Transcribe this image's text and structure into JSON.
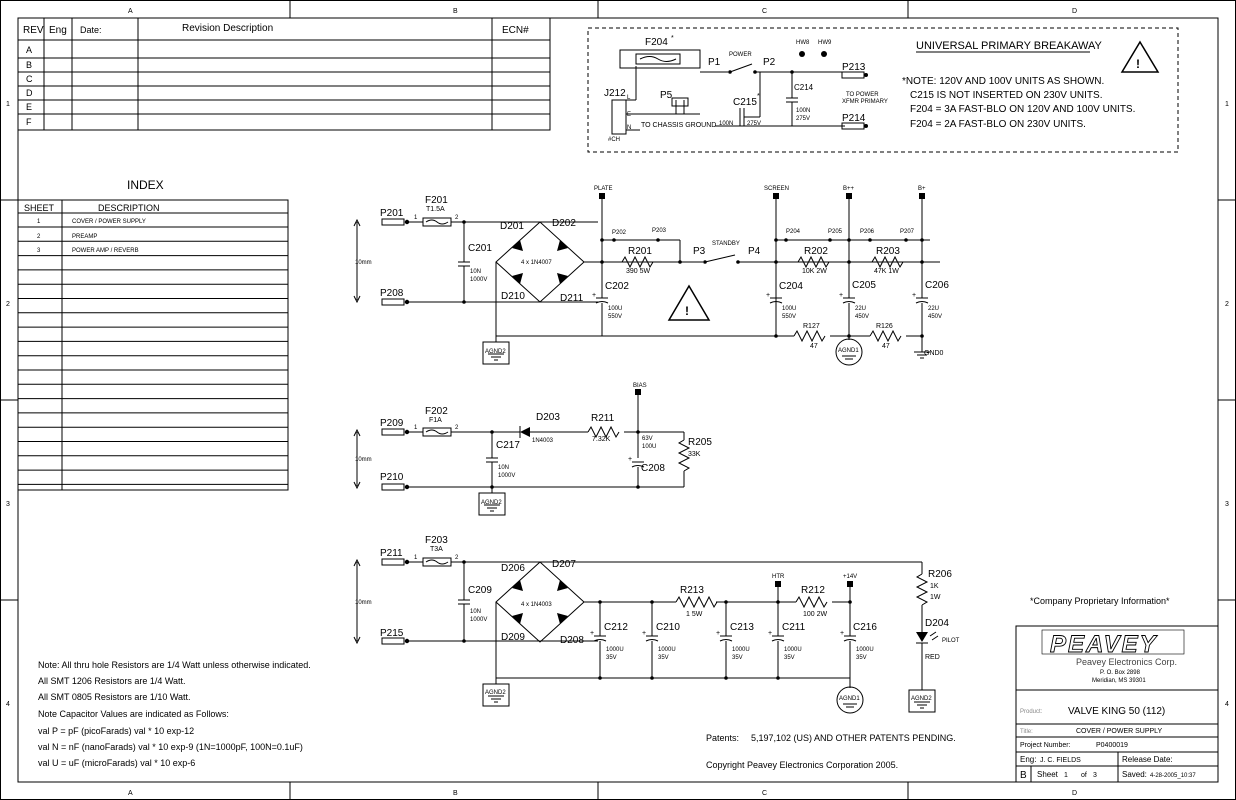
{
  "frame": {
    "columns": [
      "A",
      "B",
      "C",
      "D"
    ],
    "rows": [
      "1",
      "2",
      "3",
      "4"
    ]
  },
  "revision_table": {
    "headers": {
      "rev": "REV",
      "eng": "Eng",
      "date": "Date:",
      "desc": "Revision Description",
      "ecn": "ECN#"
    },
    "rows": [
      "A",
      "B",
      "C",
      "D",
      "E",
      "F"
    ]
  },
  "breakaway": {
    "title": "UNIVERSAL PRIMARY BREAKAWAY",
    "f204": "F204",
    "p1": "P1",
    "p2": "P2",
    "power": "POWER",
    "hw8": "HW8",
    "hw9": "HW9",
    "p213": "P213",
    "p214": "P214",
    "to_power": "TO POWER",
    "xfmr": "XFMR PRIMARY",
    "c214": "C214",
    "c214_v1": "100N",
    "c214_v2": "275V",
    "j212": "J212",
    "j_l": "L",
    "j_e": "E",
    "j_n": "N",
    "j_pin": "#CH",
    "p5": "P5",
    "chassis": "TO CHASSIS GROUND",
    "c215": "C215",
    "c215_v1": "100N",
    "c215_v2": "275V",
    "note1": "*NOTE:  120V AND 100V UNITS AS SHOWN.",
    "note2": "C215 IS NOT INSERTED ON 230V UNITS.",
    "note3": "F204 = 3A FAST-BLO ON 120V AND 100V UNITS.",
    "note4": "F204 = 2A FAST-BLO ON 230V UNITS."
  },
  "index": {
    "title": "INDEX",
    "headers": {
      "sheet": "SHEET",
      "desc": "DESCRIPTION"
    },
    "rows": [
      {
        "sheet": "1",
        "desc": "COVER / POWER SUPPLY"
      },
      {
        "sheet": "2",
        "desc": "PREAMP"
      },
      {
        "sheet": "3",
        "desc": "POWER AMP / REVERB"
      }
    ]
  },
  "hv": {
    "p201": "P201",
    "p208": "P208",
    "dim": "10mm",
    "f201": "F201",
    "f201_v": "T1.5A",
    "c201": "C201",
    "c201_v1": "10N",
    "c201_v2": "1000V",
    "d201": "D201",
    "d202": "D202",
    "d210": "D210",
    "d211": "D211",
    "bridge": "4 x 1N4007",
    "agnd": "AGND2",
    "plate": "PLATE",
    "p202": "P202",
    "p203": "P203",
    "r201": "R201",
    "r201_v": "390  5W",
    "p3": "P3",
    "standby": "STANDBY",
    "p4": "P4",
    "c202": "C202",
    "c202_v1": "100U",
    "c202_v2": "550V",
    "screen": "SCREEN",
    "p204": "P204",
    "p205": "P205",
    "r202": "R202",
    "r202_v": "10K  2W",
    "c204": "C204",
    "c204_v1": "100U",
    "c204_v2": "550V",
    "bpp": "B++",
    "p206": "P206",
    "r203": "R203",
    "r203_v": "47K  1W",
    "c205": "C205",
    "c205_v1": "22U",
    "c205_v2": "450V",
    "bp": "B+",
    "p207": "P207",
    "c206": "C206",
    "c206_v1": "22U",
    "c206_v2": "450V",
    "r127": "R127",
    "r127_v": "47",
    "agnd1": "AGND1",
    "r126": "R126",
    "r126_v": "47",
    "gnd0": "GND0"
  },
  "bias": {
    "p209": "P209",
    "p210": "P210",
    "dim": "10mm",
    "f202": "F202",
    "f202_v": "F1A",
    "c217": "C217",
    "c217_v1": "10N",
    "c217_v2": "1000V",
    "d203": "D203",
    "d203_v": "1N4003",
    "r211": "R211",
    "r211_v": "7.32K",
    "bias": "BIAS",
    "c208": "C208",
    "c208_v1": "63V",
    "c208_v2": "100U",
    "r205": "R205",
    "r205_v": "33K",
    "agnd": "AGND2"
  },
  "lv": {
    "p211": "P211",
    "p215": "P215",
    "dim": "10mm",
    "f203": "F203",
    "f203_v": "T3A",
    "c209": "C209",
    "c209_v1": "10N",
    "c209_v2": "1000V",
    "d206": "D206",
    "d207": "D207",
    "d209": "D209",
    "d208": "D208",
    "bridge": "4 x 1N4003",
    "c212": "C212",
    "c212_v1": "1000U",
    "c212_v2": "35V",
    "c210": "C210",
    "c210_v1": "1000U",
    "c210_v2": "35V",
    "r213": "R213",
    "r213_v": "1  5W",
    "c213": "C213",
    "c213_v1": "1000U",
    "c213_v2": "35V",
    "htr": "HTR",
    "c211": "C211",
    "c211_v1": "1000U",
    "c211_v2": "35V",
    "r212": "R212",
    "r212_v": "100  2W",
    "v14": "+14V",
    "c216": "C216",
    "c216_v1": "1000U",
    "c216_v2": "35V",
    "r206": "R206",
    "r206_v1": "1K",
    "r206_v2": "1W",
    "d204": "D204",
    "pilot": "PILOT",
    "red": "RED",
    "agnd": "AGND2",
    "agnd1": "AGND1",
    "agnd2b": "AGND2"
  },
  "notes": [
    "Note: All thru hole Resistors are 1/4 Watt unless otherwise indicated.",
    "All SMT 1206 Resistors are 1/4 Watt.",
    "All SMT 0805 Resistors are 1/10 Watt.",
    "Note Capacitor Values are indicated as Follows:",
    "val P = pF (picoFarads) val * 10 exp-12",
    "val N = nF (nanoFarads) val * 10 exp-9 (1N=1000pF, 100N=0.1uF)",
    "val U = uF (microFarads) val * 10 exp-6"
  ],
  "footer": {
    "patents_label": "Patents:",
    "patents": "5,197,102 (US) AND OTHER PATENTS PENDING.",
    "copyright": "Copyright Peavey Electronics Corporation 2005.",
    "proprietary": "*Company Proprietary Information*"
  },
  "title_block": {
    "logo": "PEAVEY",
    "company": "Peavey Electronics Corp.",
    "addr1": "P. O. Box 2898",
    "addr2": "Meridian, MS 39301",
    "product_label": "Product:",
    "product": "VALVE KING 50 (112)",
    "title_label": "Title:",
    "title": "COVER / POWER SUPPLY",
    "projnum_label": "Project Number:",
    "projnum": "P0400019",
    "eng_label": "Eng:",
    "eng": "J. C. FIELDS",
    "release_label": "Release Date:",
    "rev": "B",
    "sheet_label": "Sheet",
    "sheet": "1",
    "of_label": "of",
    "of": "3",
    "saved_label": "Saved:",
    "saved": "4-28-2005_10:37"
  }
}
